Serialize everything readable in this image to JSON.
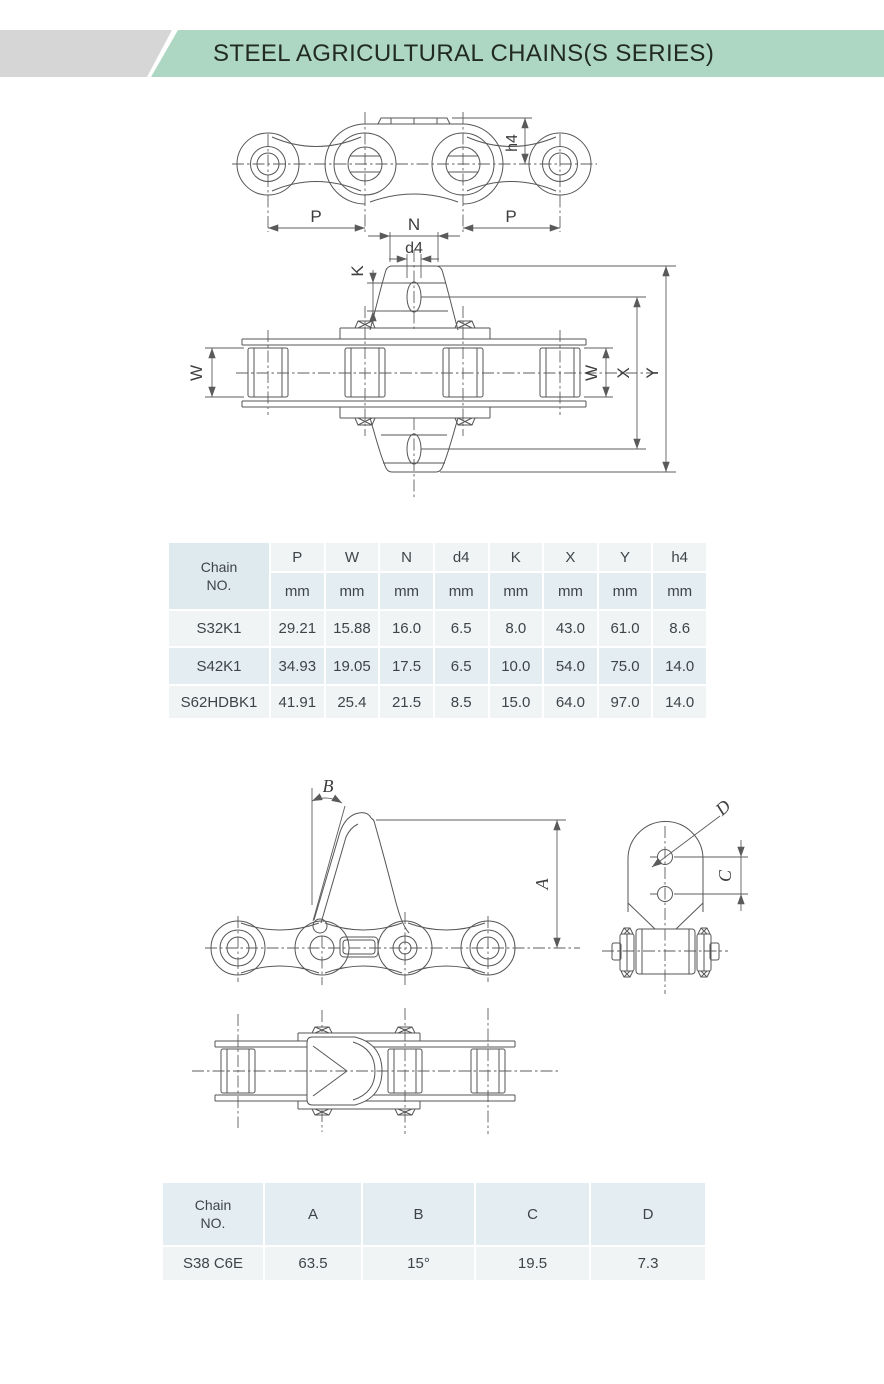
{
  "header": {
    "title": "STEEL AGRICULTURAL CHAINS(S SERIES)"
  },
  "drawings": {
    "labels": {
      "p": "P",
      "n": "N",
      "d4": "d4",
      "k": "K",
      "w": "W",
      "x": "X",
      "y": "Y",
      "h4": "h4",
      "a": "A",
      "b": "B",
      "c": "C",
      "d": "D"
    }
  },
  "table1": {
    "chain_no_line1": "Chain",
    "chain_no_line2": "NO.",
    "columns": [
      "P",
      "W",
      "N",
      "d4",
      "K",
      "X",
      "Y",
      "h4"
    ],
    "unit": "mm",
    "rows": [
      {
        "chain_no": "S32K1",
        "values": [
          "29.21",
          "15.88",
          "16.0",
          "6.5",
          "8.0",
          "43.0",
          "61.0",
          "8.6"
        ]
      },
      {
        "chain_no": "S42K1",
        "values": [
          "34.93",
          "19.05",
          "17.5",
          "6.5",
          "10.0",
          "54.0",
          "75.0",
          "14.0"
        ]
      },
      {
        "chain_no": "S62HDBK1",
        "values": [
          "41.91",
          "25.4",
          "21.5",
          "8.5",
          "15.0",
          "64.0",
          "97.0",
          "14.0"
        ]
      }
    ]
  },
  "table2": {
    "chain_no_line1": "Chain",
    "chain_no_line2": "NO.",
    "columns": [
      "A",
      "B",
      "C",
      "D"
    ],
    "rows": [
      {
        "chain_no": "S38 C6E",
        "values": [
          "63.5",
          "15°",
          "19.5",
          "7.3"
        ]
      }
    ]
  },
  "colors": {
    "banner_green": "#aed7c3",
    "banner_gray": "#d6d6d6",
    "row_light": "#f0f4f5",
    "row_blue": "#e4eef2",
    "chain_header_cell": "#dfeaef"
  }
}
